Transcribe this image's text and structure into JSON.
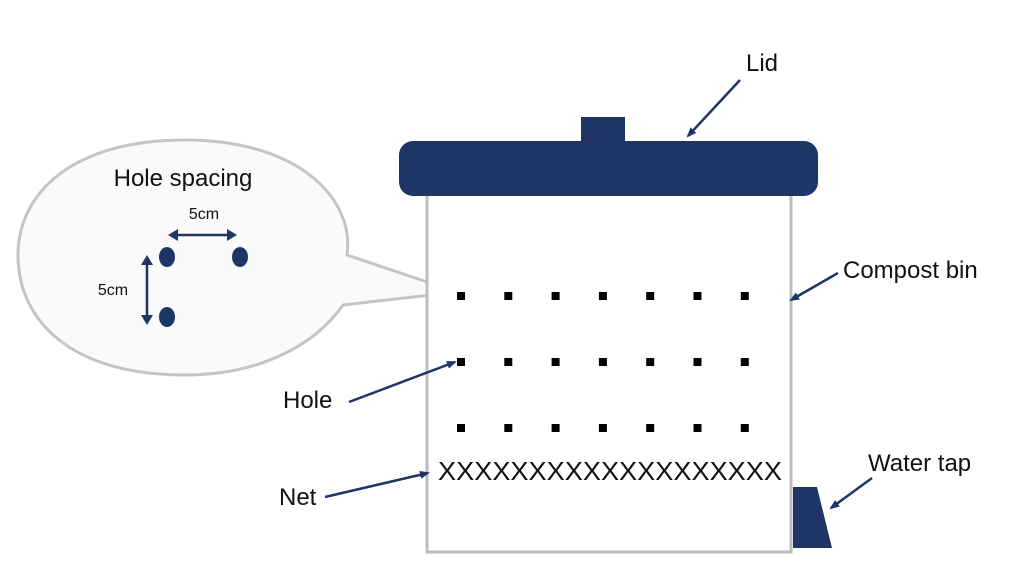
{
  "labels": {
    "lid": "Lid",
    "compost_bin": "Compost bin",
    "water_tap": "Water tap",
    "hole": "Hole",
    "net": "Net"
  },
  "callout": {
    "title": "Hole spacing",
    "horizontal_spacing": "5cm",
    "vertical_spacing": "5cm"
  },
  "net_marks": "XXXXXXXXXXXXXXXXXXX",
  "holes": {
    "rows": 3,
    "columns": 7
  },
  "colors": {
    "navy": "#1e3566",
    "bin_outline": "#bdbdbd",
    "callout_outline": "#c4c4c4",
    "callout_fill": "#fafafa",
    "hole": "#000000"
  }
}
